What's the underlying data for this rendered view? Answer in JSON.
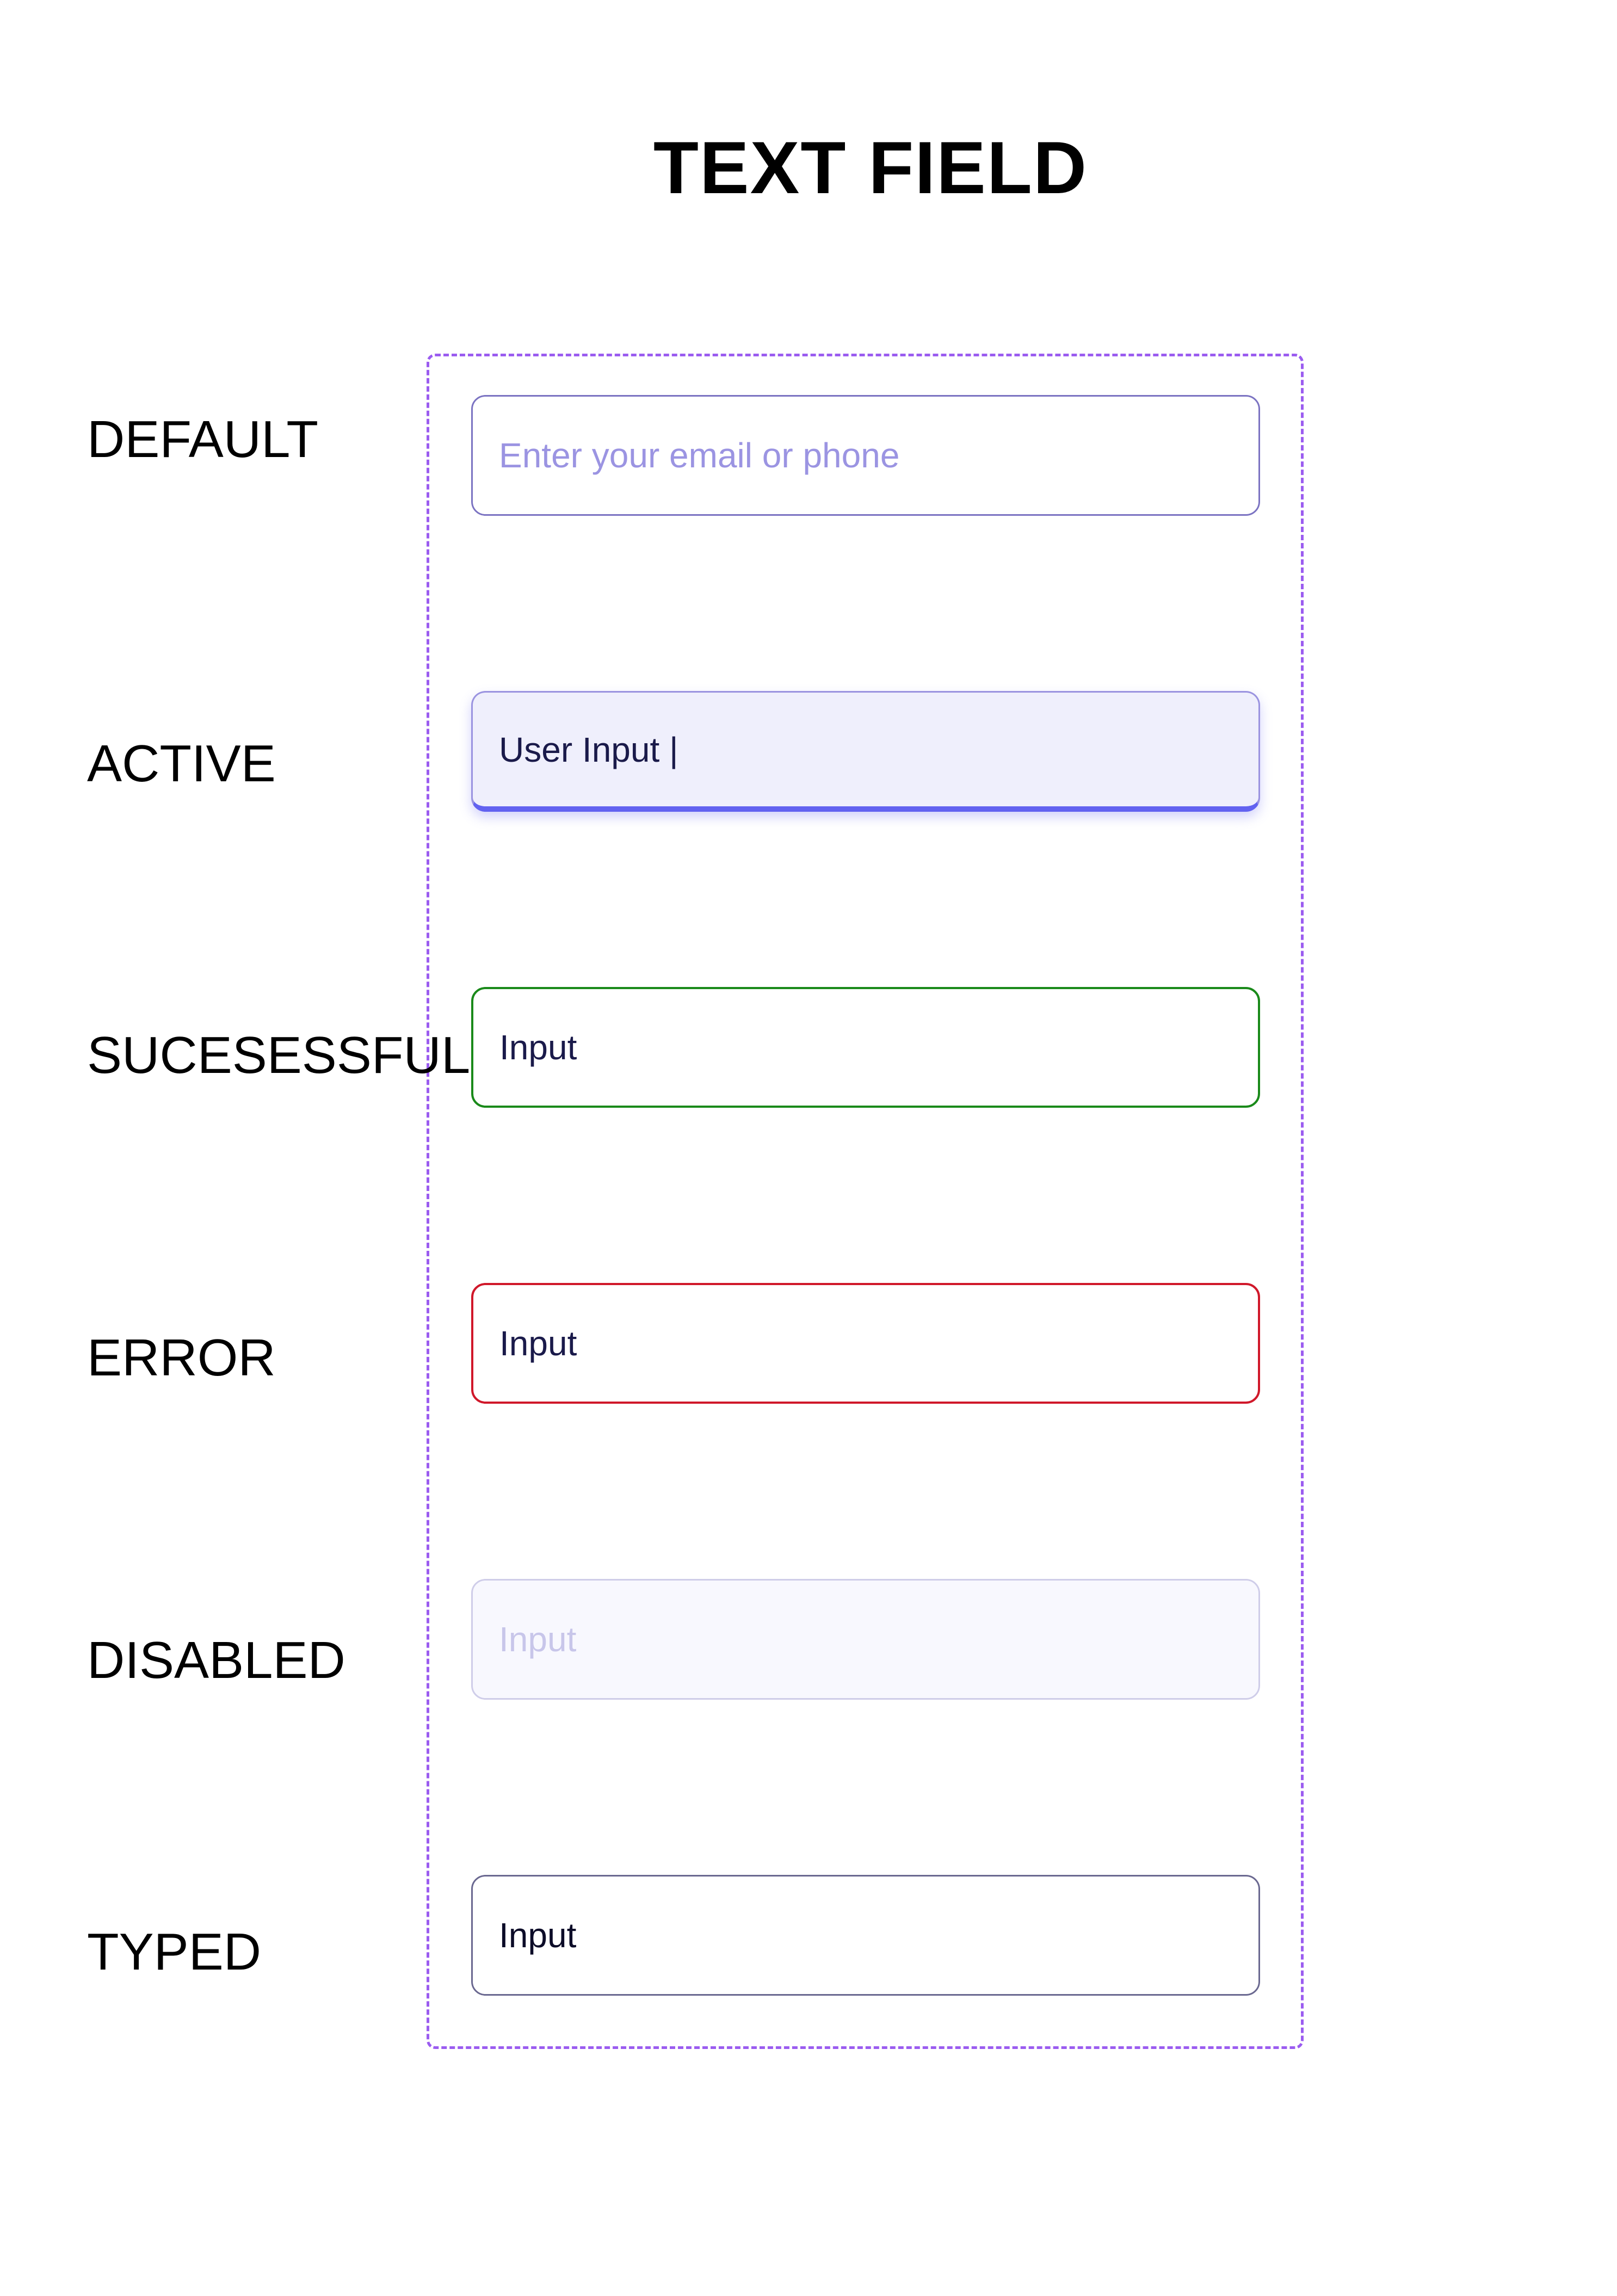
{
  "title": "TEXT FIELD",
  "colors": {
    "frame_border": "#9b5cf0",
    "default_border": "#7b73c2",
    "placeholder": "#9b94e2",
    "active_bg": "#efeffc",
    "active_underline": "#6262f0",
    "success_border": "#1a8a1a",
    "error_border": "#d0182a",
    "disabled_border": "#cfcde9",
    "disabled_text": "#c8c6ea",
    "typed_border": "#6a6890"
  },
  "states": {
    "default": {
      "label": "DEFAULT",
      "placeholder": "Enter your email or phone"
    },
    "active": {
      "label": "ACTIVE",
      "value": "User Input |"
    },
    "success": {
      "label": "SUCESESSFUL",
      "value": "Input"
    },
    "error": {
      "label": "ERROR",
      "value": "Input"
    },
    "disabled": {
      "label": "DISABLED",
      "value": "Input"
    },
    "typed": {
      "label": "TYPED",
      "value": "Input"
    }
  }
}
